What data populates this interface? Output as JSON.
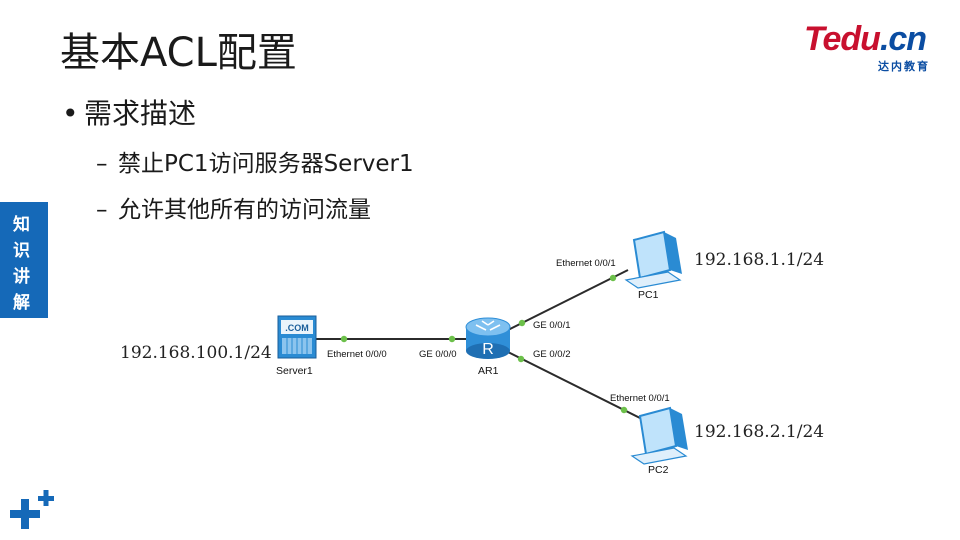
{
  "slide": {
    "title": "基本ACL配置",
    "logo": {
      "main_a": "Tedu",
      "main_b": ".cn",
      "sub": "达内教育"
    },
    "sidebar_label": [
      "知",
      "识",
      "讲",
      "解"
    ],
    "bullet": {
      "marker": "•",
      "text": "需求描述"
    },
    "sub_items": [
      {
        "marker": "–",
        "text": "禁止PC1访问服务器Server1"
      },
      {
        "marker": "–",
        "text": "允许其他所有的访问流量"
      }
    ]
  },
  "topology": {
    "devices": {
      "server": {
        "name": "Server1",
        "ip": "192.168.100.1/24",
        "badge": ".COM"
      },
      "router": {
        "name": "AR1",
        "badge": "R"
      },
      "pc1": {
        "name": "PC1",
        "ip": "192.168.1.1/24"
      },
      "pc2": {
        "name": "PC2",
        "ip": "192.168.2.1/24"
      }
    },
    "links": [
      {
        "from": "server",
        "to": "router",
        "from_port": "Ethernet 0/0/0",
        "to_port": "GE 0/0/0"
      },
      {
        "from": "router",
        "to": "pc1",
        "from_port": "GE 0/0/1",
        "to_port": "Ethernet 0/0/1"
      },
      {
        "from": "router",
        "to": "pc2",
        "from_port": "GE 0/0/2",
        "to_port": "Ethernet 0/0/1"
      }
    ],
    "colors": {
      "link": "#2b2b2b",
      "port_dot": "#6cc04a",
      "router": "#2f8fd8",
      "server": "#2a8bd3"
    }
  }
}
